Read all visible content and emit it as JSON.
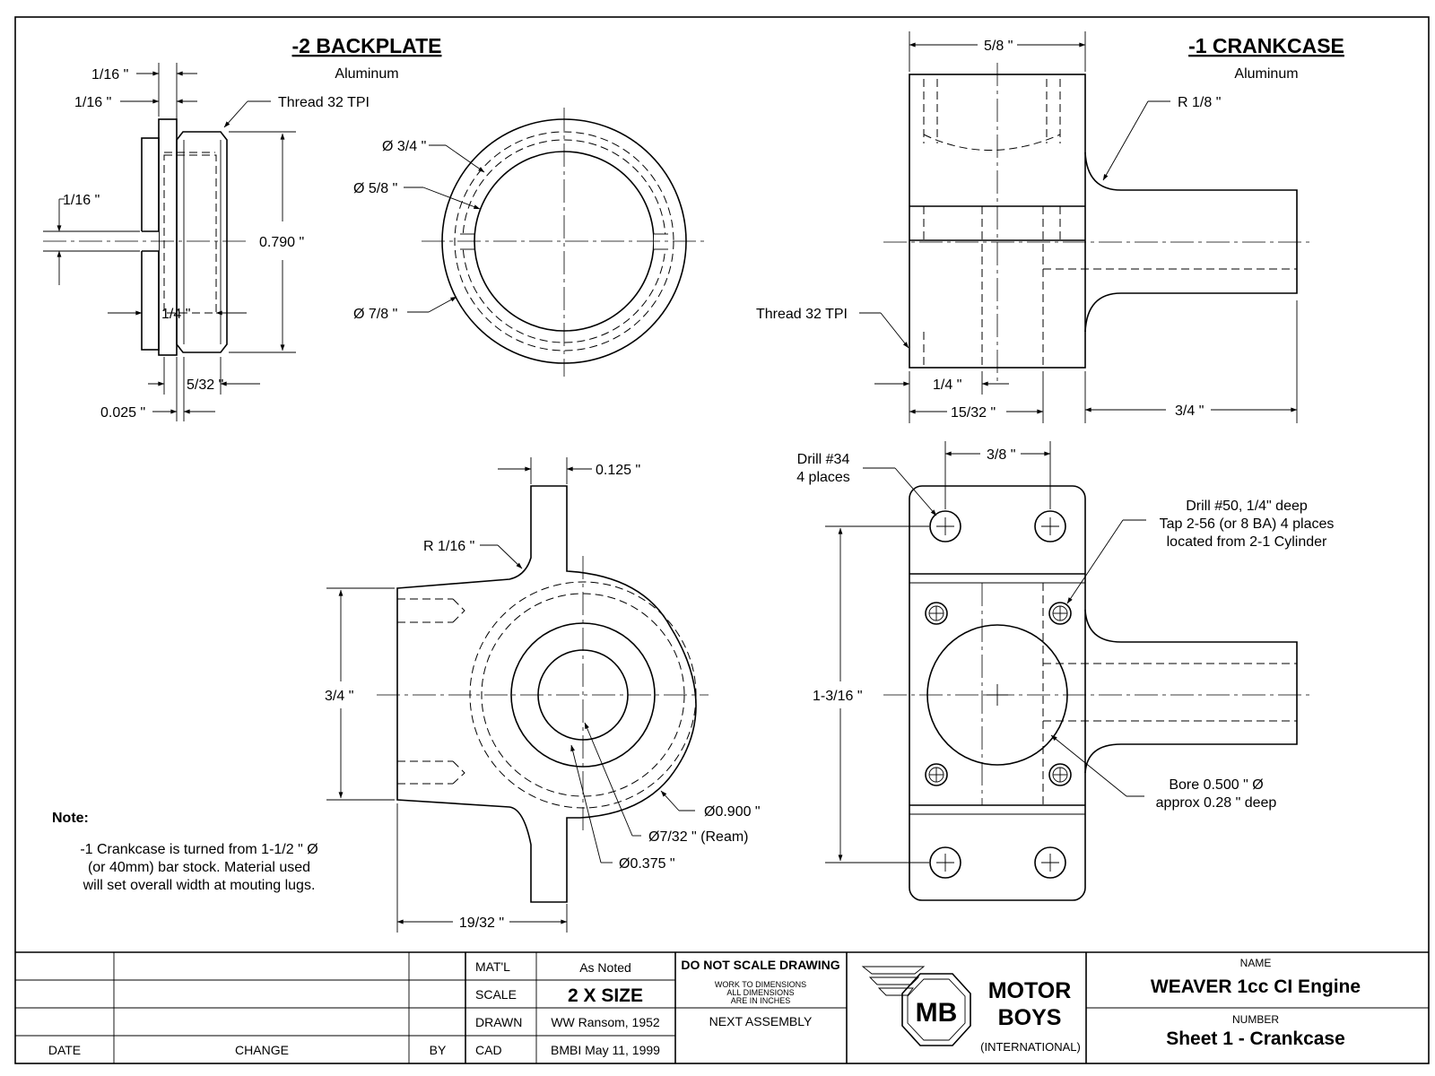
{
  "backplate": {
    "title": "-2 BACKPLATE",
    "material": "Aluminum",
    "dims": {
      "top_1": "1/16 \"",
      "top_2": "1/16 \"",
      "thread": "Thread 32 TPI",
      "left_1": "1/16 \"",
      "height": "0.790 \"",
      "quarter": "1/4 \"",
      "width": "5/32 \"",
      "offset": "0.025 \"",
      "dia_34": "Ø 3/4 \"",
      "dia_58": "Ø 5/8 \"",
      "dia_78": "Ø 7/8 \""
    }
  },
  "crankcase": {
    "title": "-1 CRANKCASE",
    "material": "Aluminum",
    "dims": {
      "width_top": "5/8 \"",
      "radius": "R 1/8 \"",
      "thread": "Thread 32 TPI",
      "quarter": "1/4 \"",
      "w1532": "15/32 \"",
      "w34": "3/4 \"",
      "drill34_line1": "Drill #34",
      "drill34_line2": "4 places",
      "d38": "3/8 \"",
      "drill50_line1": "Drill #50, 1/4\" deep",
      "drill50_line2": "Tap 2-56 (or 8 BA) 4 places",
      "drill50_line3": "located from 2-1 Cylinder",
      "h1316": "1-3/16 \"",
      "bore_line1": "Bore 0.500 \"  Ø",
      "bore_line2": "approx 0.28 \" deep"
    }
  },
  "side_view": {
    "dims": {
      "lug": "0.125 \"",
      "radius": "R 1/16 \"",
      "height": "3/4 \"",
      "dia900": "Ø0.900 \"",
      "ream": "Ø7/32 \" (Ream)",
      "dia375": "Ø0.375 \"",
      "width": "19/32 \""
    }
  },
  "note": {
    "heading": "Note:",
    "line1": "-1 Crankcase is turned from 1-1/2 \" Ø",
    "line2": "(or 40mm) bar stock. Material used",
    "line3": "will set overall width at mouting lugs."
  },
  "title_block": {
    "rev_headers": {
      "date": "DATE",
      "change": "CHANGE",
      "by": "BY"
    },
    "labels": {
      "matl": "MAT'L",
      "scale": "SCALE",
      "drawn": "DRAWN",
      "cad": "CAD"
    },
    "values": {
      "matl": "As Noted",
      "scale": "2 X SIZE",
      "drawn": "WW Ransom, 1952",
      "cad": "BMBI May 11, 1999"
    },
    "dns": "DO NOT SCALE DRAWING",
    "dims_note_1": "WORK TO DIMENSIONS",
    "dims_note_2": "ALL DIMENSIONS",
    "dims_note_3": "ARE IN INCHES",
    "next_assembly": "NEXT ASSEMBLY",
    "logo": {
      "monogram": "MB",
      "line1": "MOTOR",
      "line2": "BOYS",
      "line3": "(INTERNATIONAL)"
    },
    "name_label": "NAME",
    "name_value": "WEAVER 1cc CI Engine",
    "number_label": "NUMBER",
    "number_value": "Sheet 1 - Crankcase"
  }
}
